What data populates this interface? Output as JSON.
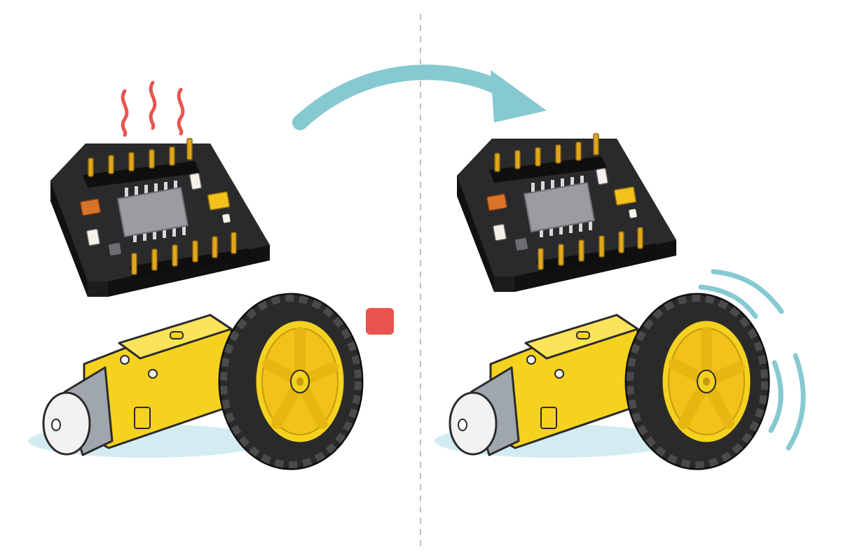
{
  "scene": {
    "panels": [
      {
        "id": "before",
        "motor_state": "stopped",
        "driver_state": "overheating",
        "indicator": "red-square"
      },
      {
        "id": "after",
        "motor_state": "spinning",
        "driver_state": "normal",
        "indicator": "motion-arcs"
      }
    ],
    "transition": "arrow-left-to-right"
  },
  "colors": {
    "background": "#ffffff",
    "board": "#1c1c1e",
    "pins": "#d9a21b",
    "chip": "#9c9ca0",
    "motor_body": "#f5d21f",
    "tire": "#2a2a2a",
    "heat": "#e8544f",
    "stop_indicator": "#e8544f",
    "arrow": "#86c9d1",
    "motion": "#86c9d1",
    "shadow": "#d3ecf2",
    "divider": "#bdbdbd"
  },
  "icons": [
    "heat-waves-icon",
    "stop-indicator-icon",
    "transition-arrow-icon",
    "motion-lines-icon"
  ]
}
